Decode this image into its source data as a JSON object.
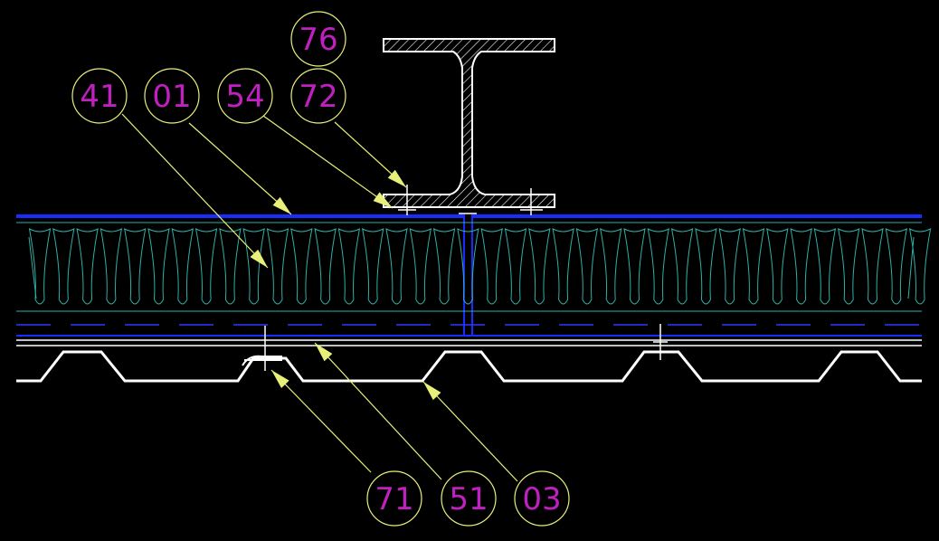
{
  "drawing": {
    "background": "#000000",
    "colors": {
      "membrane": "#1a2bff",
      "dashed": "#2a3bff",
      "insulation": "#2fb0a6",
      "lines": "#ffffff",
      "leaders": "#e8f07a",
      "tag_circle": "#e8f07a",
      "tag_text": "#c020c0"
    },
    "tags": [
      {
        "id": "tag-76",
        "label": "76"
      },
      {
        "id": "tag-41",
        "label": "41"
      },
      {
        "id": "tag-01",
        "label": "01"
      },
      {
        "id": "tag-54",
        "label": "54"
      },
      {
        "id": "tag-72",
        "label": "72"
      },
      {
        "id": "tag-71",
        "label": "71"
      },
      {
        "id": "tag-51",
        "label": "51"
      },
      {
        "id": "tag-03",
        "label": "03"
      }
    ]
  }
}
